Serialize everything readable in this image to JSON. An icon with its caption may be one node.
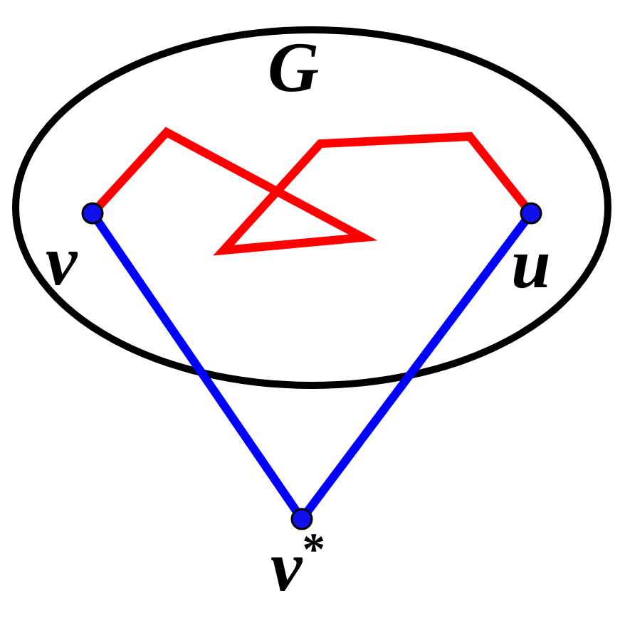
{
  "diagram": {
    "nodes": [
      {
        "text": [
          "G"
        ]
      },
      {
        "text": [
          "v"
        ],
        "in": 0
      },
      {
        "text": [
          "u"
        ],
        "in": 0
      },
      {
        "text": [
          "v$^{*}$"
        ]
      }
    ],
    "edges": [
      {
        "from": 1,
        "to": 2,
        "arrow": "none",
        "color": "#ff0000"
      },
      {
        "from": 1,
        "to": 3,
        "arrow": "none"
      },
      {
        "from": 2,
        "to": 3,
        "arrow": "none"
      }
    ]
  }
}
